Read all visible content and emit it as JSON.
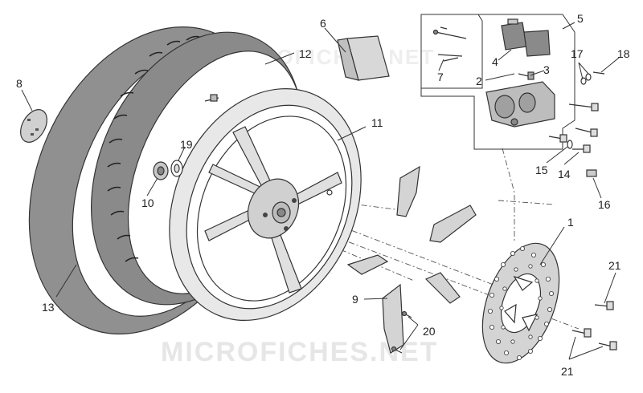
{
  "colors": {
    "tire": "#909090",
    "tread": "#8a8a8a",
    "rim": "#e8e8e8",
    "part_fill": "#d4d4d4",
    "dark_part": "#7a7a7a",
    "line": "#333333",
    "watermark": "#e6e6e6"
  },
  "watermark": {
    "bottom": "MICROFICHES.NET",
    "top": "MICROFICHES.NET"
  },
  "callouts": {
    "c1": "1",
    "c2": "2",
    "c3": "3",
    "c4": "4",
    "c5": "5",
    "c6": "6",
    "c7": "7",
    "c8": "8",
    "c9": "9",
    "c10": "10",
    "c11": "11",
    "c12": "12",
    "c13": "13",
    "c14": "14",
    "c15": "15",
    "c16": "16",
    "c17": "17",
    "c18": "18",
    "c19": "19",
    "c20": "20",
    "c21a": "21",
    "c21b": "21"
  }
}
